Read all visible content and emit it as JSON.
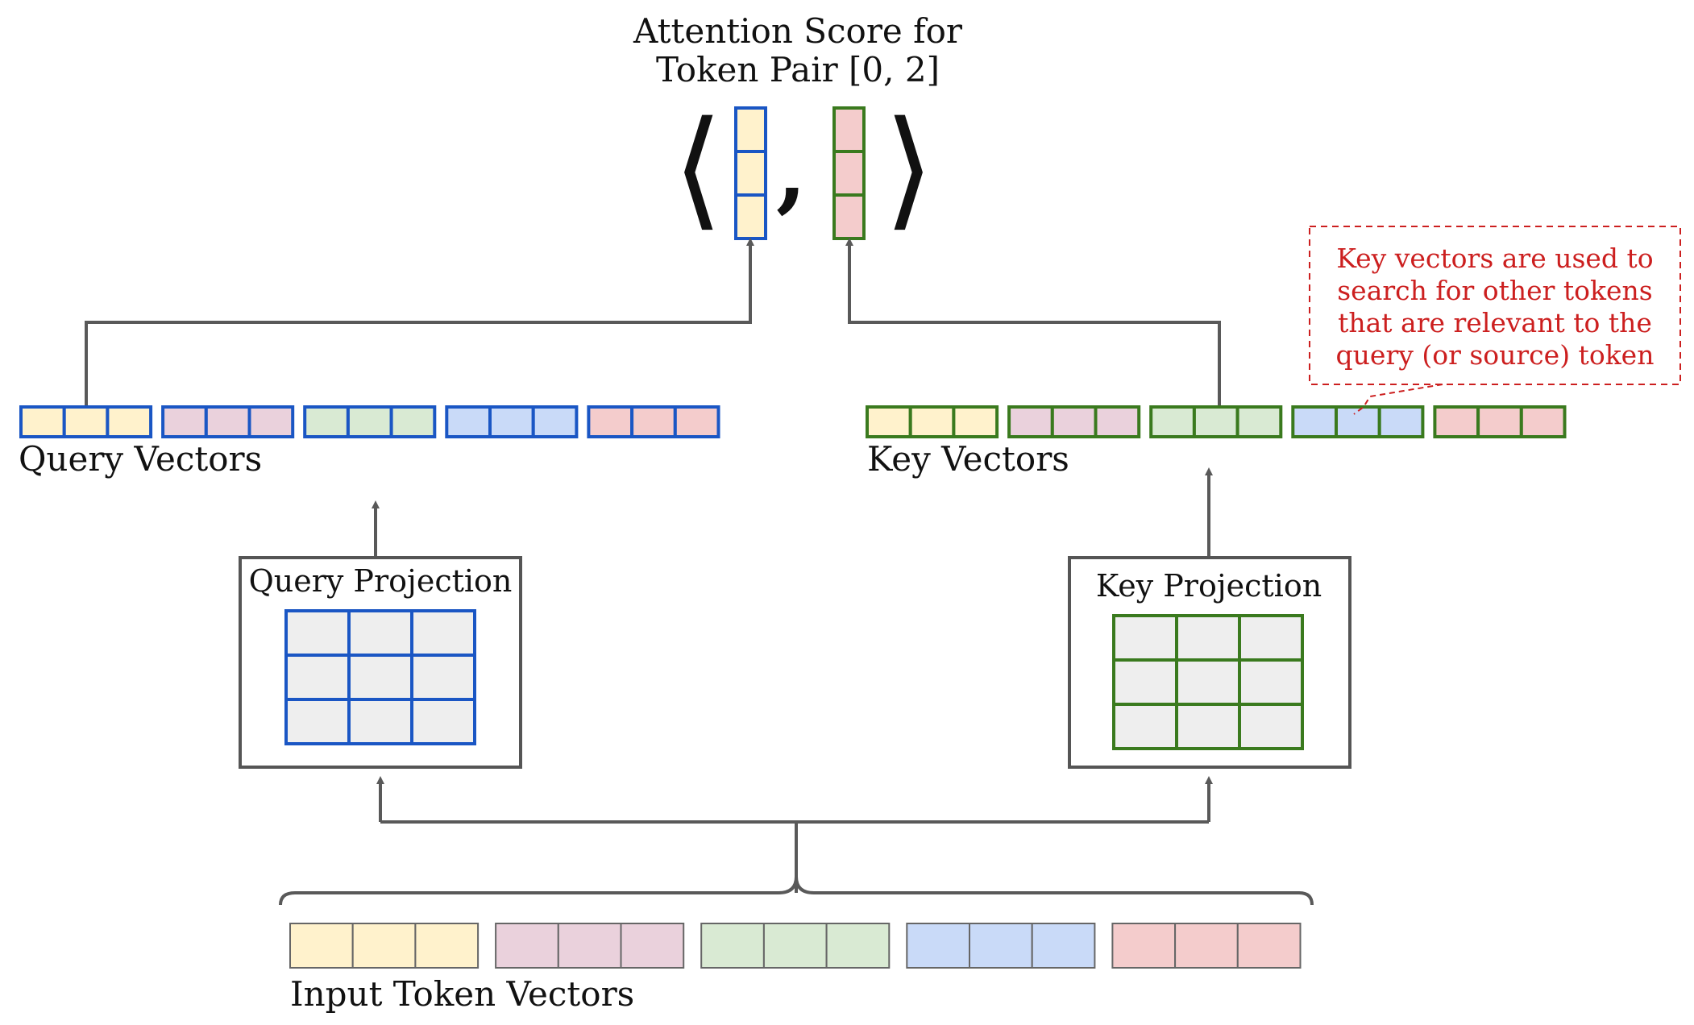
{
  "title_line1": "Attention Score for",
  "title_line2": "Token Pair [0, 2]",
  "bracket_open": "⟨",
  "bracket_comma": ",",
  "bracket_close": "⟩",
  "query_vectors_label": "Query Vectors",
  "key_vectors_label": "Key Vectors",
  "query_projection_label": "Query Projection",
  "key_projection_label": "Key Projection",
  "input_vectors_label": "Input Token Vectors",
  "annotation": {
    "line1": "Key vectors are used to",
    "line2": "search for other tokens",
    "line3": "that are relevant to the",
    "line4": "query (or source) token"
  },
  "colors": {
    "query_border": "#1a56c4",
    "key_border": "#3a7a1e",
    "input_border": "#666666",
    "arrow": "#595959",
    "annotation": "#cc1f1f",
    "matrix_fill": "#eeeeee",
    "token_fills": [
      "#fff2cc",
      "#ead1dc",
      "#d9ead3",
      "#c9daf8",
      "#f4cccc"
    ]
  },
  "token_count": 5,
  "vector_cells": 3
}
